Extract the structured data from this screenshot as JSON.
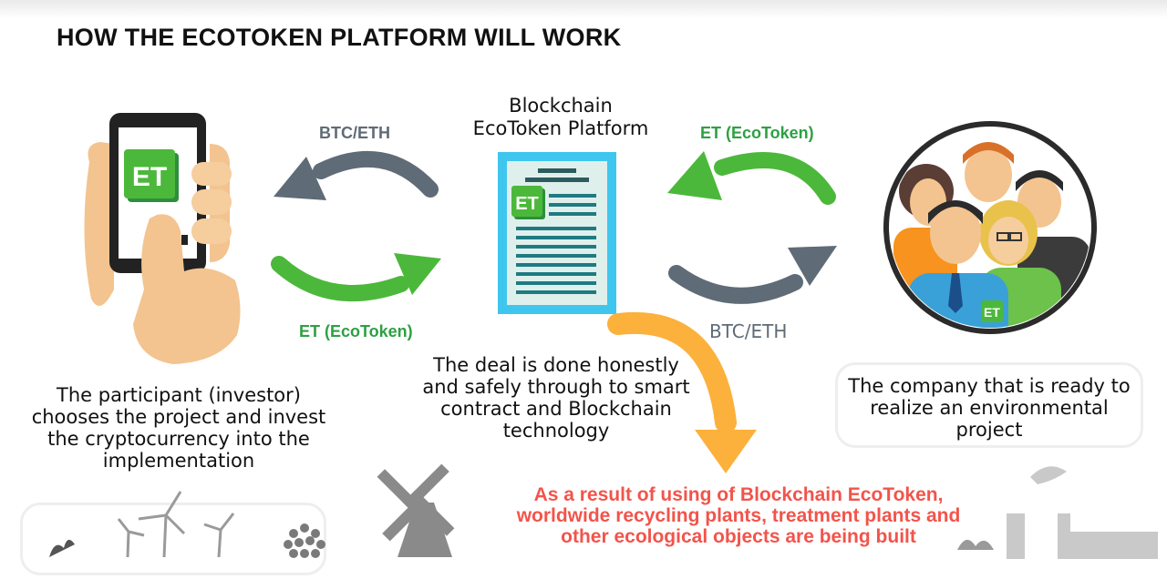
{
  "title": "HOW THE ECOTOKEN PLATFORM WILL WORK",
  "platform": {
    "title_line1": "Blockchain",
    "title_line2": "EcoToken Platform",
    "logo": "ET"
  },
  "arrows": {
    "left_top": "BTC/ETH",
    "left_bottom": "ET (EcoToken)",
    "right_top": "ET (EcoToken)",
    "right_bottom": "BTC/ETH"
  },
  "participant": {
    "caption_lines": [
      "The participant (investor)",
      "chooses the project and invest",
      "the cryptocurrency into the",
      "implementation"
    ],
    "logo": "ET"
  },
  "deal": {
    "caption_lines": [
      "The deal is done honestly",
      "and safely through to smart",
      "contract and Blockchain",
      "technology"
    ]
  },
  "company": {
    "caption_lines": [
      "The company that is ready to",
      "realize an environmental",
      "project"
    ],
    "logo": "ET"
  },
  "result": {
    "lines": [
      "As a result of using of Blockchain EcoToken,",
      "worldwide recycling plants, treatment plants and",
      "other ecological objects are being built"
    ]
  },
  "colors": {
    "green": "#4cb83b",
    "gray_arrow": "#5f6b77",
    "orange_arrow": "#fbb13c",
    "result_red": "#f2544b",
    "platform_blue": "#3fc6ef"
  }
}
